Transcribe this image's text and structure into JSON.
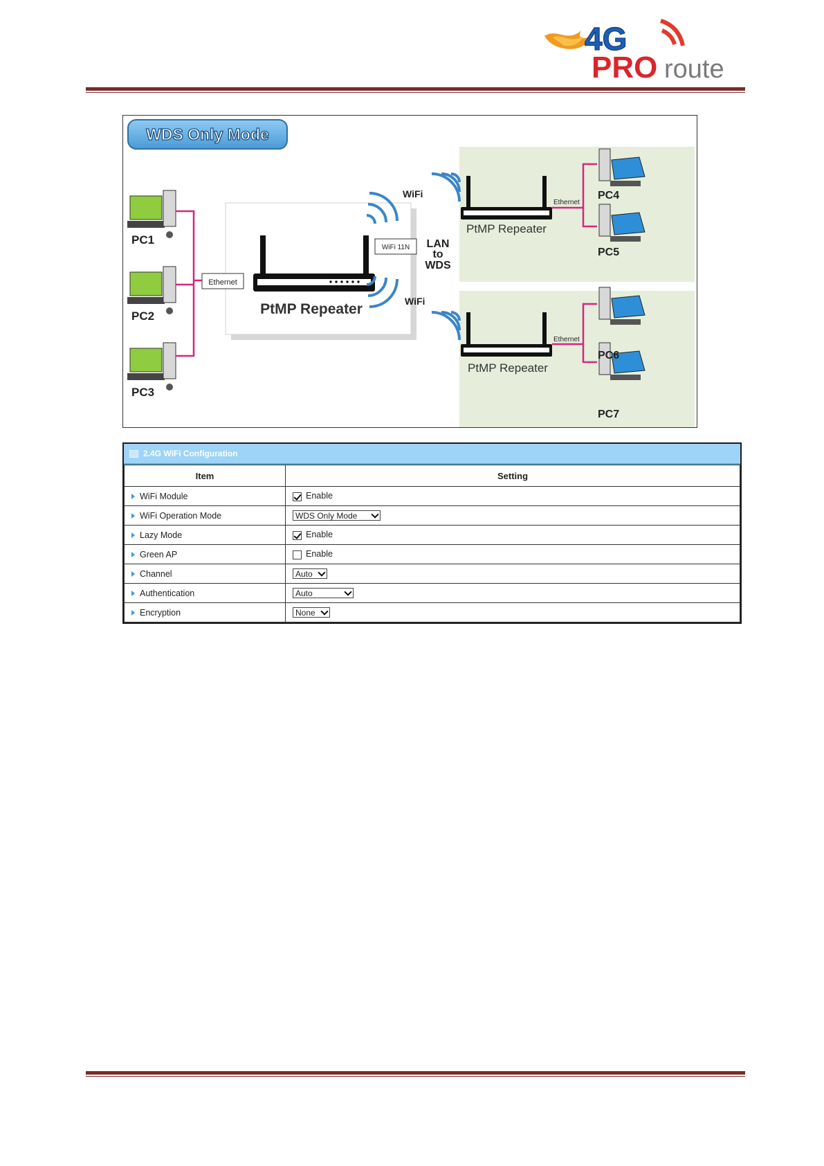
{
  "logo": {
    "text_top": "4G",
    "text_pro": "PRO",
    "text_route": "route"
  },
  "diagram": {
    "title": "WDS Only Mode",
    "pcs_left": [
      "PC1",
      "PC2",
      "PC3"
    ],
    "ethernet_left": "Ethernet",
    "center_router": "PtMP Repeater",
    "wifi_top": "WiFi",
    "wifi_bottom": "WiFi",
    "wifi_11n": "WiFi 11N",
    "lan_to_wds": [
      "LAN",
      "to",
      "WDS"
    ],
    "repeater_top": "PtMP Repeater",
    "repeater_bottom": "PtMP Repeater",
    "ethernet_top": "Ethernet",
    "ethernet_bottom": "Ethernet",
    "pcs_right": [
      "PC4",
      "PC5",
      "PC6",
      "PC7"
    ]
  },
  "config": {
    "title": "2.4G WiFi Configuration",
    "col_item": "Item",
    "col_setting": "Setting",
    "rows": [
      {
        "label": "WiFi Module",
        "type": "checkbox",
        "checked": true,
        "value": "Enable"
      },
      {
        "label": "WiFi Operation Mode",
        "type": "select",
        "value": "WDS Only Mode"
      },
      {
        "label": "Lazy Mode",
        "type": "checkbox",
        "checked": true,
        "value": "Enable"
      },
      {
        "label": "Green AP",
        "type": "checkbox",
        "checked": false,
        "value": "Enable"
      },
      {
        "label": "Channel",
        "type": "select",
        "value": "Auto"
      },
      {
        "label": "Authentication",
        "type": "select",
        "value": "Auto"
      },
      {
        "label": "Encryption",
        "type": "select",
        "value": "None"
      }
    ]
  }
}
